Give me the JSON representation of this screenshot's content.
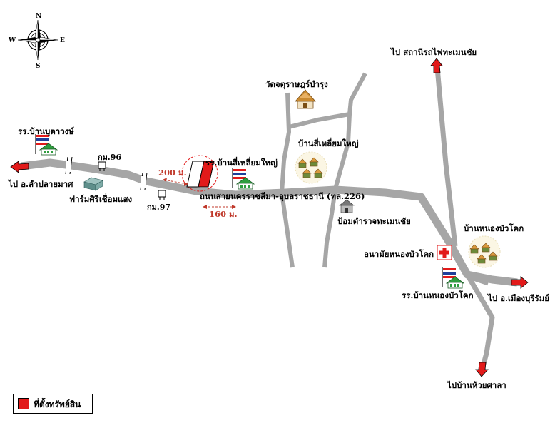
{
  "compass": {
    "north": "N",
    "south": "S",
    "east": "E",
    "west": "W"
  },
  "labels": {
    "school_ban_butawong": "รร.บ้านบุตาวงษ์",
    "to_lam_plai_mat": "ไป อ.ลำปลายมาศ",
    "km96": "กม.96",
    "km97": "กม.97",
    "farm_siri": "ฟาร์มศิริเชื่อมแสง",
    "dist_200": "200 ม.",
    "dist_160": "160 ม.",
    "school_ban_si_liam_yai": "รร.บ้านสี่เหลี่ยมใหญ่",
    "road_name": "ถนนสายนครราชสีมา-อุบลราชธานี (ทล.226)",
    "temple": "วัดจตุราษฎร์บำรุง",
    "village_si_liam_yai": "บ้านสี่เหลี่ยมใหญ่",
    "police_post": "ป้อมตำรวจทะเมนชัย",
    "to_station": "ไป สถานีรถไฟทะเมนชัย",
    "village_nong_bua_khok": "บ้านหนองบัวโคก",
    "health_station": "อนามัยหนองบัวโคก",
    "school_nong_bua_khok": "รร.บ้านหนองบัวโคก",
    "to_buriram": "ไป อ.เมืองบุรีรัมย์",
    "to_huai_sala": "ไปบ้านห้วยศาลา"
  },
  "legend": {
    "property_label": "ที่ตั้งทรัพย์สิน"
  },
  "colors": {
    "road": "#a6a6a6",
    "arrow": "#e21a1a",
    "property": "#e21a1a",
    "distance": "#c0392b"
  },
  "icons": {
    "compass": "compass-rose-icon",
    "school": "school-flag-icon",
    "village": "village-houses-icon",
    "temple": "temple-icon",
    "police": "police-post-icon",
    "hospital": "red-cross-icon",
    "km_post": "km-post-icon",
    "farm": "farm-building-icon"
  }
}
